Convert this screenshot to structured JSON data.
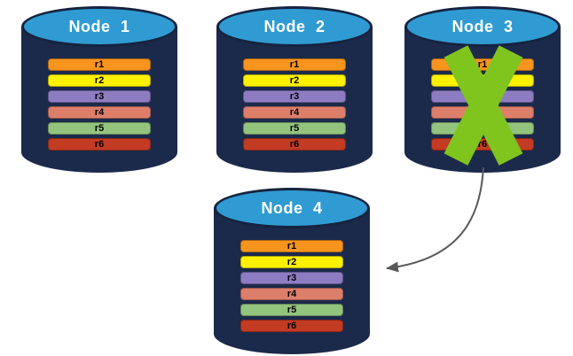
{
  "diagram": {
    "background": "#FFFFFF",
    "nodes": [
      {
        "label": "Node 1",
        "failed": false
      },
      {
        "label": "Node 2",
        "failed": false
      },
      {
        "label": "Node 3",
        "failed": true
      },
      {
        "label": "Node 4",
        "failed": false
      }
    ],
    "row_labels": [
      "r1",
      "r2",
      "r3",
      "r4",
      "r5",
      "r6"
    ],
    "row_colors": [
      "#F7941E",
      "#FDF000",
      "#8E7CC3",
      "#DD7E6B",
      "#93C47D",
      "#C23B22"
    ],
    "colors": {
      "cylinder_top": "#2F9BD2",
      "cylinder_body": "#1B2A4A",
      "cylinder_outline": "#16233F",
      "node_label_text": "#FFFFFF",
      "bar_label_text": "#000000",
      "failure_x": "#80C41E",
      "arrow": "#595959"
    },
    "arrow": {
      "from": "Node 3",
      "to": "Node 4"
    },
    "failure_mark_node": "Node 3"
  }
}
